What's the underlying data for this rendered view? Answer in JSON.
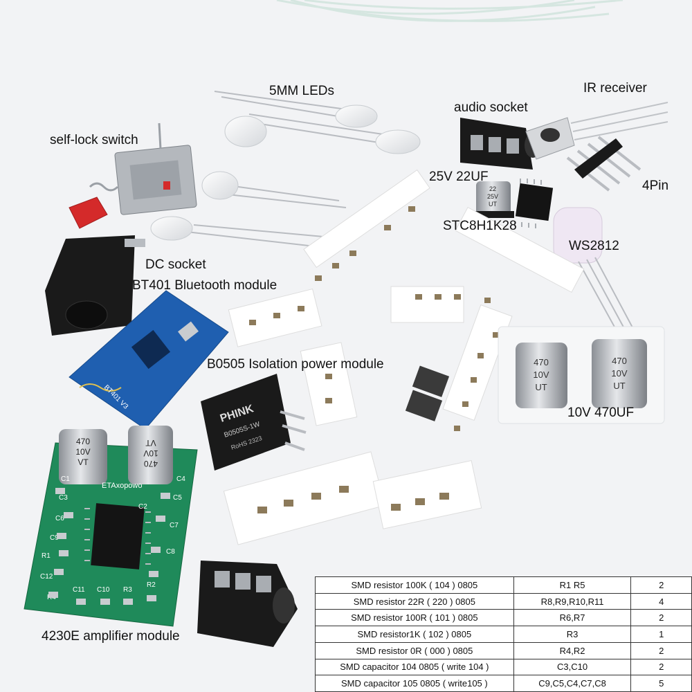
{
  "labels": {
    "leds": "5MM LEDs",
    "ir_receiver": "IR receiver",
    "audio_socket": "audio socket",
    "self_lock_switch": "self-lock switch",
    "cap_25v": "25V 22UF",
    "pin4": "4Pin",
    "mcu": "STC8H1K28",
    "ws2812": "WS2812",
    "dc_socket": "DC socket",
    "bt_module": "BT401 Bluetooth module",
    "isolation_module": "B0505 Isolation power module",
    "cap_10v": "10V 470UF",
    "amp_module": "4230E amplifier module",
    "board_silk": "ETAxopowo"
  },
  "component_marks": {
    "bt_chip": "BT401 V3",
    "iso_brand": "PHINK",
    "iso_part": "B0505S-1W",
    "iso_code": "RoHS 2323",
    "cap_a_value": "470",
    "cap_a_voltage": "10V",
    "cap_a_series": "VT",
    "cap_b_value": "470",
    "cap_b_voltage": "10V",
    "cap_b_series": "VT",
    "cap_c_value": "470",
    "cap_c_voltage": "10V",
    "cap_c_series": "UT",
    "cap_d_value": "470",
    "cap_d_voltage": "10V",
    "cap_d_series": "UT",
    "small_cap_value": "22",
    "small_cap_voltage": "25V",
    "small_cap_series": "UT",
    "pcb_r1": "R1",
    "pcb_c12": "C12",
    "pcb_r4": "R4",
    "pcb_c11": "C11",
    "pcb_c10": "C10",
    "pcb_r3": "R3",
    "pcb_r2": "R2",
    "pcb_c8": "C8",
    "pcb_c7": "C7",
    "pcb_c4": "C4",
    "pcb_c1": "C1",
    "pcb_c3": "C3",
    "pcb_c5": "C5",
    "pcb_c6": "C6",
    "pcb_c9": "C9",
    "pcb_c2": "C2"
  },
  "bom_table": {
    "rows": [
      {
        "name": "SMD resistor 100K ( 104 )  0805",
        "ref": "R1 R5",
        "qty": "2"
      },
      {
        "name": "SMD resistor 22R ( 220 )  0805",
        "ref": "R8,R9,R10,R11",
        "qty": "4"
      },
      {
        "name": "SMD resistor 100R ( 101 )  0805",
        "ref": "R6,R7",
        "qty": "2"
      },
      {
        "name": "SMD resistor1K ( 102 )  0805",
        "ref": "R3",
        "qty": "1"
      },
      {
        "name": "SMD resistor 0R ( 000 )  0805",
        "ref": "R4,R2",
        "qty": "2"
      },
      {
        "name": "SMD capacitor 104 0805 ( write 104 )",
        "ref": "C3,C10",
        "qty": "2"
      },
      {
        "name": "SMD capacitor 105 0805 ( write105 )",
        "ref": "C9,C5,C4,C7,C8",
        "qty": "5"
      }
    ]
  },
  "colors": {
    "background": "#f2f3f5",
    "pcb_green": "#1f8a5a",
    "bt_blue": "#1f5fb0",
    "switch_red": "#d42a2a",
    "connector_black": "#1a1a1a",
    "smd_tape": "#ffffff",
    "cap_silver": "#c9ccd0"
  }
}
